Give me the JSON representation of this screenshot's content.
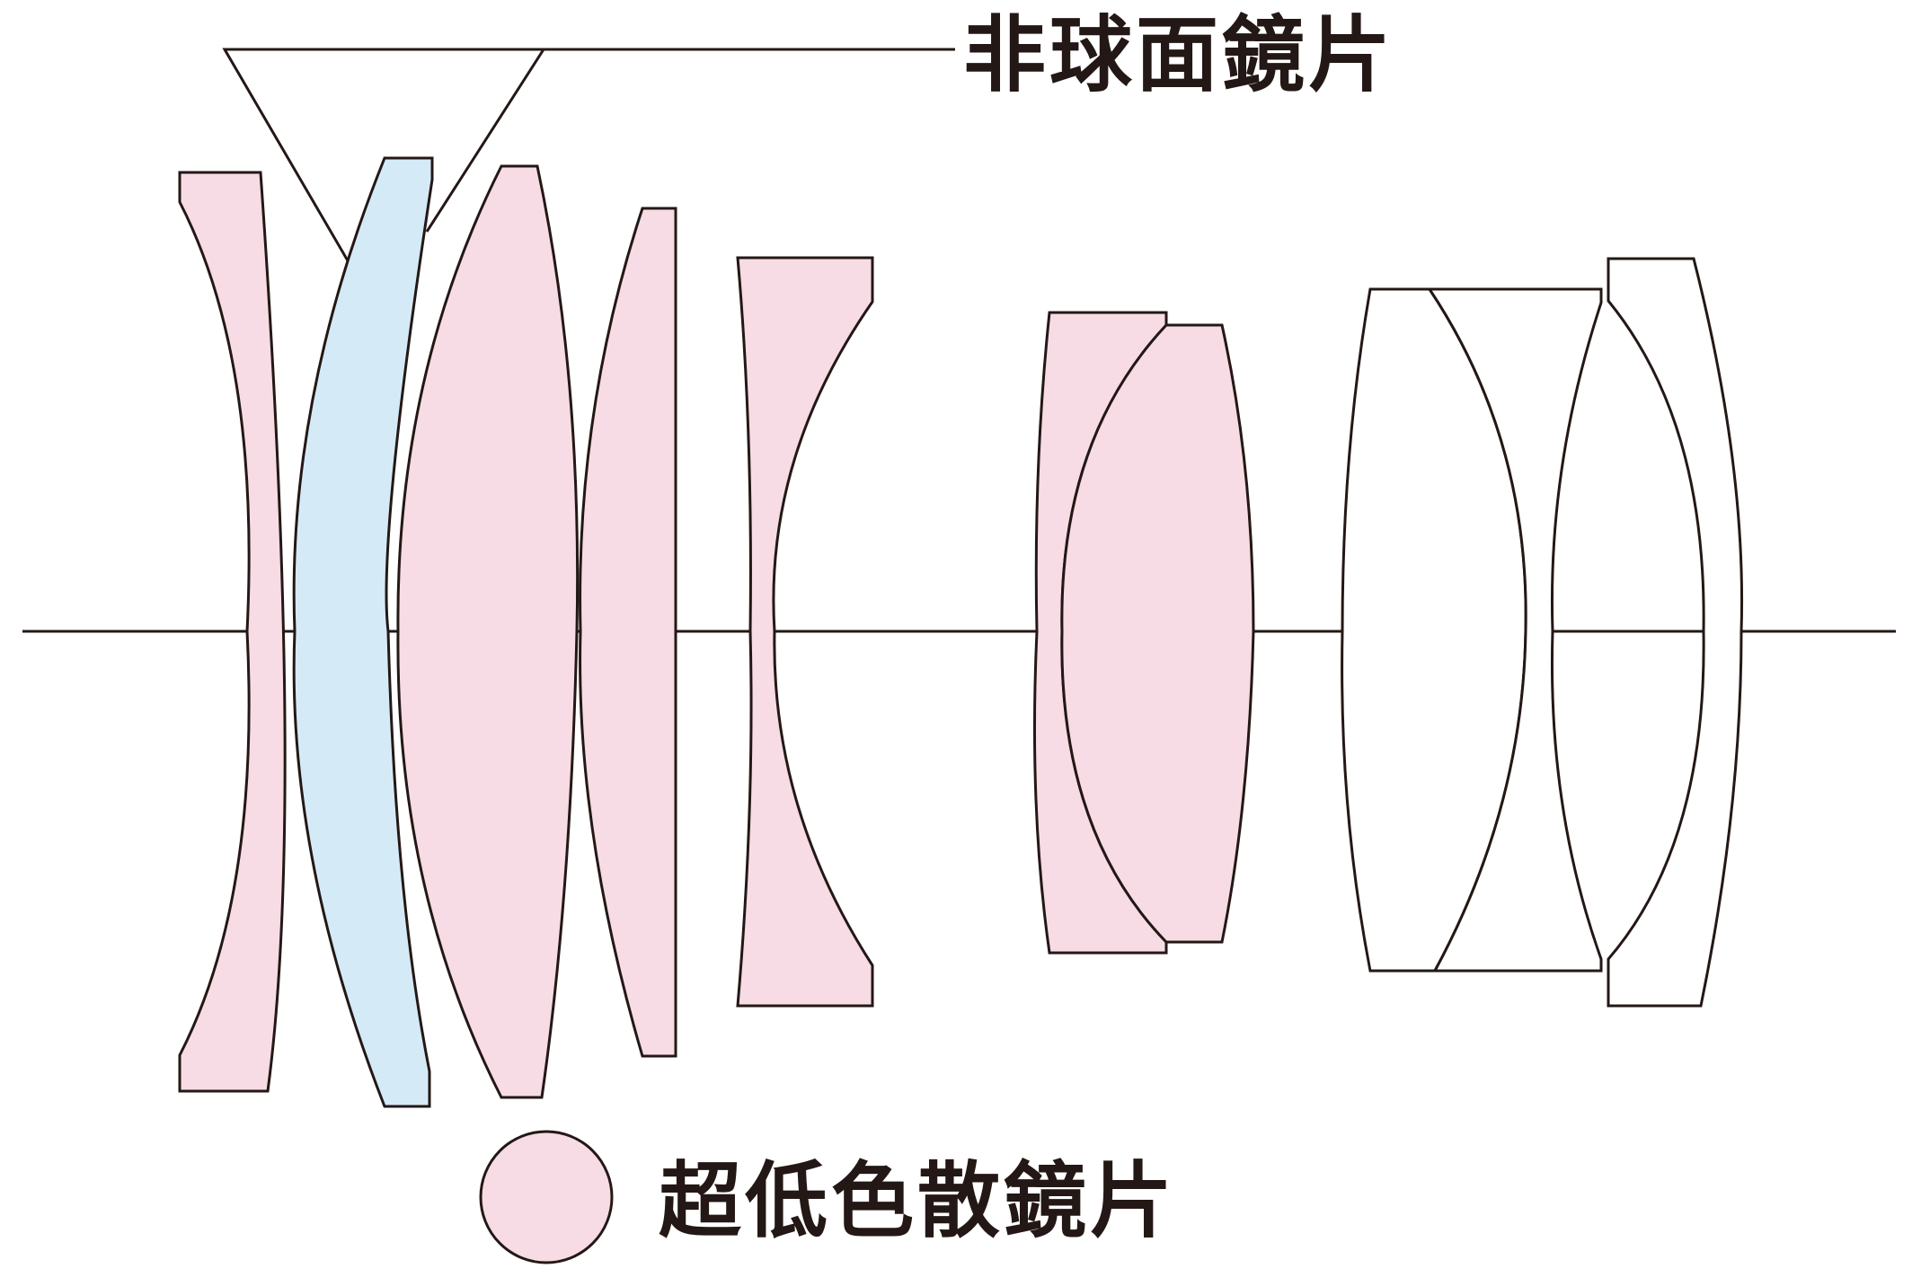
{
  "labels": {
    "aspherical": "非球面鏡片",
    "ed": "超低色散鏡片"
  },
  "colors": {
    "ed_lens_fill": "#F7DBE5",
    "aspherical_lens_fill": "#D5EAF7",
    "standard_lens_fill": "#FFFFFF",
    "outline": "#231815"
  },
  "lens_elements": [
    {
      "index": 1,
      "type": "ed"
    },
    {
      "index": 2,
      "type": "aspherical"
    },
    {
      "index": 3,
      "type": "ed"
    },
    {
      "index": 4,
      "type": "ed"
    },
    {
      "index": 5,
      "type": "ed"
    },
    {
      "index": 6,
      "type": "ed"
    },
    {
      "index": 7,
      "type": "ed"
    },
    {
      "index": 8,
      "type": "standard"
    },
    {
      "index": 9,
      "type": "standard"
    },
    {
      "index": 10,
      "type": "standard"
    }
  ]
}
